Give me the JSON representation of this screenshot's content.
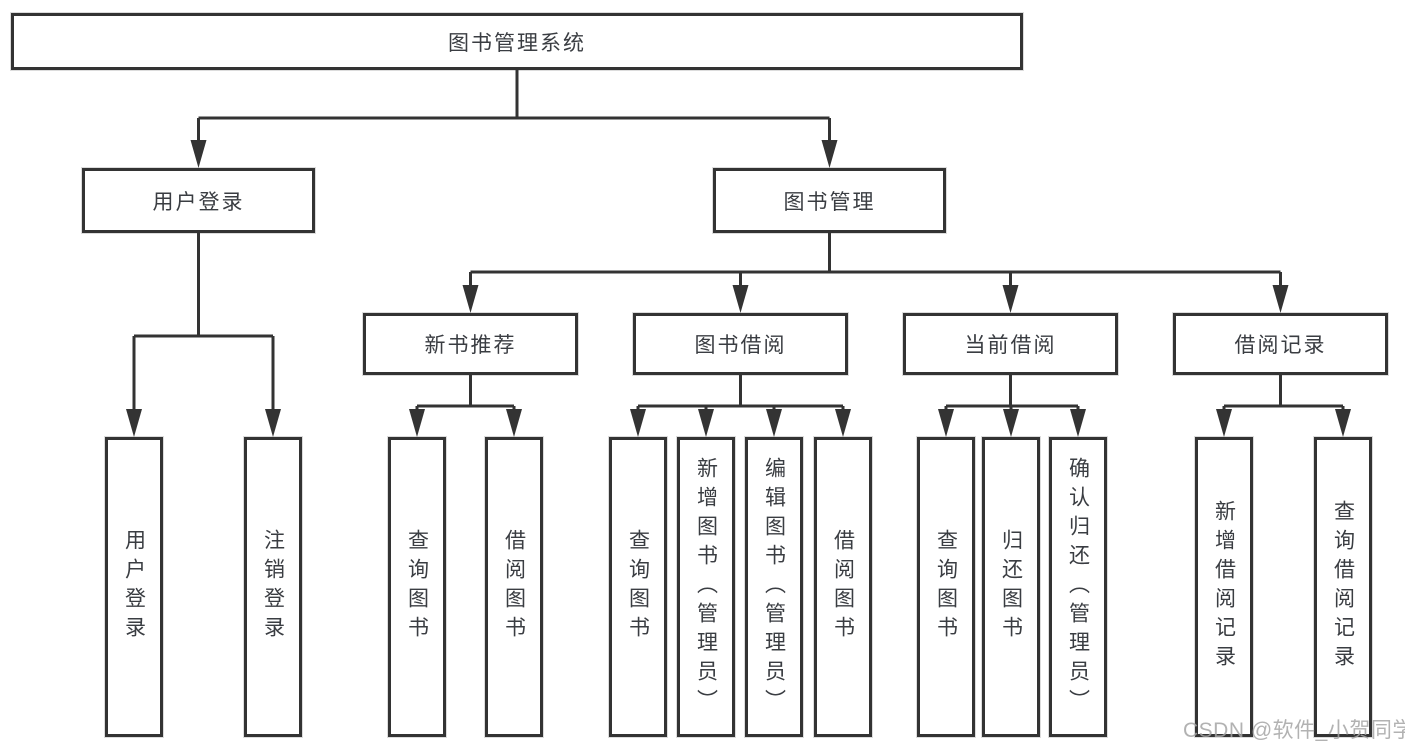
{
  "diagram": {
    "type": "org-tree",
    "colors": {
      "line": "#333333",
      "box_border": "#333333",
      "box_background": "#ffffff",
      "text": "#3a3d42",
      "watermark": "#a5a5a5"
    },
    "tree": {
      "label": "图书管理系统",
      "children": [
        {
          "label": "用户登录",
          "children": [
            {
              "label": "用户登录"
            },
            {
              "label": "注销登录"
            }
          ]
        },
        {
          "label": "图书管理",
          "children": [
            {
              "label": "新书推荐",
              "children": [
                {
                  "label": "查询图书"
                },
                {
                  "label": "借阅图书"
                }
              ]
            },
            {
              "label": "图书借阅",
              "children": [
                {
                  "label": "查询图书"
                },
                {
                  "label": "新增图书（管理员）"
                },
                {
                  "label": "编辑图书（管理员）"
                },
                {
                  "label": "借阅图书"
                }
              ]
            },
            {
              "label": "当前借阅",
              "children": [
                {
                  "label": "查询图书"
                },
                {
                  "label": "归还图书"
                },
                {
                  "label": "确认归还（管理员）"
                }
              ]
            },
            {
              "label": "借阅记录",
              "children": [
                {
                  "label": "新增借阅记录"
                },
                {
                  "label": "查询借阅记录"
                }
              ]
            }
          ]
        }
      ]
    },
    "watermark": {
      "text": "CSDN @软件_小贺同学"
    }
  }
}
